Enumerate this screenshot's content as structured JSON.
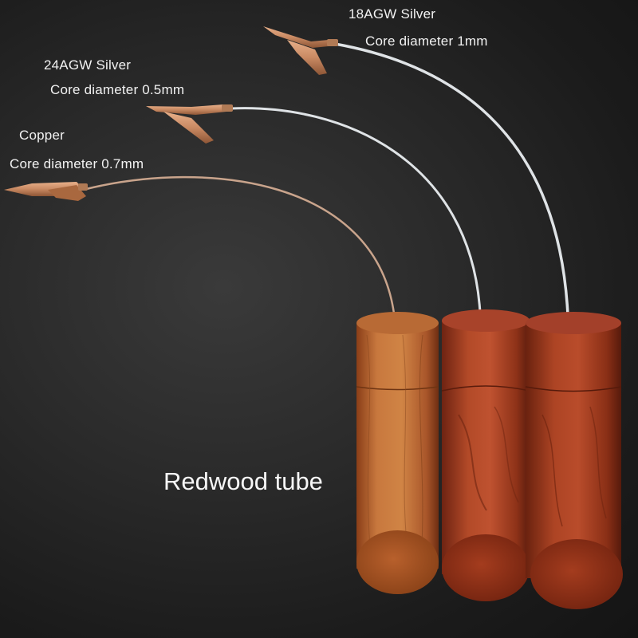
{
  "labels": {
    "silver18": {
      "gauge": "18AGW Silver",
      "core": "Core diameter 1mm"
    },
    "silver24": {
      "gauge": "24AGW Silver",
      "core": "Core diameter 0.5mm"
    },
    "copper": {
      "gauge": "Copper",
      "core": "Core diameter 0.7mm"
    }
  },
  "product_label": "Redwood tube",
  "colors": {
    "background": "#2a2a2a",
    "silver_wire": "#dfe3e6",
    "copper_wire": "#c9a48c",
    "clip": "#c98a63",
    "wood_light": "#c06a34",
    "wood_dark": "#9e3a20"
  }
}
